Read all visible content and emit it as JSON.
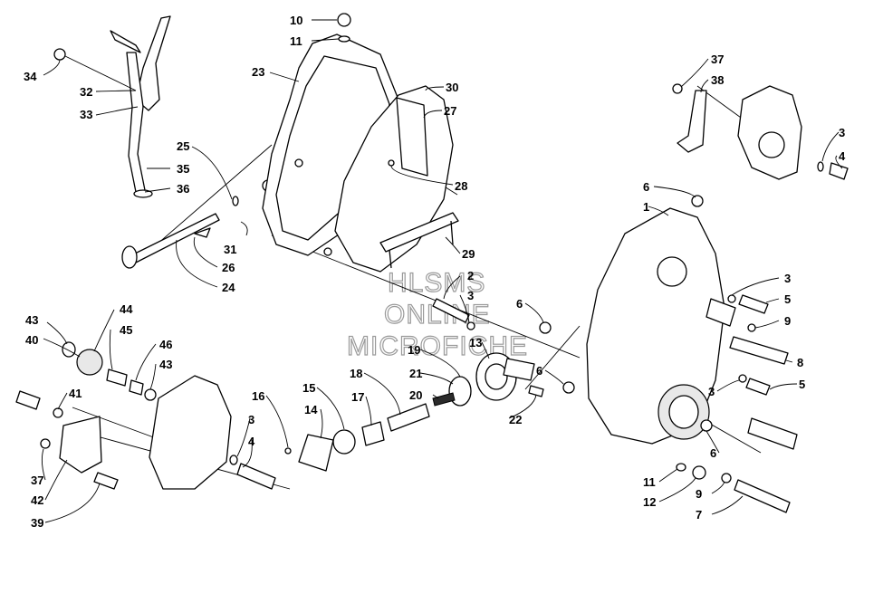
{
  "watermark": {
    "line1": "HLSMS",
    "line2": "ONLINE",
    "line3": "MICROFICHE"
  },
  "callouts": {
    "c10": "10",
    "c11a": "11",
    "c23": "23",
    "c30": "30",
    "c27": "27",
    "c28": "28",
    "c34": "34",
    "c32": "32",
    "c33": "33",
    "c25": "25",
    "c35": "35",
    "c36": "36",
    "c31": "31",
    "c26": "26",
    "c24": "24",
    "c29": "29",
    "c2": "2",
    "c3a": "3",
    "c37a": "37",
    "c38": "38",
    "c3b": "3",
    "c4a": "4",
    "c6a": "6",
    "c1": "1",
    "c3c": "3",
    "c5a": "5",
    "c9a": "9",
    "c8": "8",
    "c5b": "5",
    "c3d": "3",
    "c6b": "6",
    "c6c": "6",
    "c6d": "6",
    "c43a": "43",
    "c44": "44",
    "c40": "40",
    "c45": "45",
    "c46": "46",
    "c43b": "43",
    "c41": "41",
    "c37b": "37",
    "c42": "42",
    "c39": "39",
    "c16": "16",
    "c3e": "3",
    "c4b": "4",
    "c15": "15",
    "c14": "14",
    "c18": "18",
    "c17": "17",
    "c19": "19",
    "c13": "13",
    "c21": "21",
    "c20": "20",
    "c22": "22",
    "c11b": "11",
    "c12": "12",
    "c9b": "9",
    "c7": "7"
  }
}
